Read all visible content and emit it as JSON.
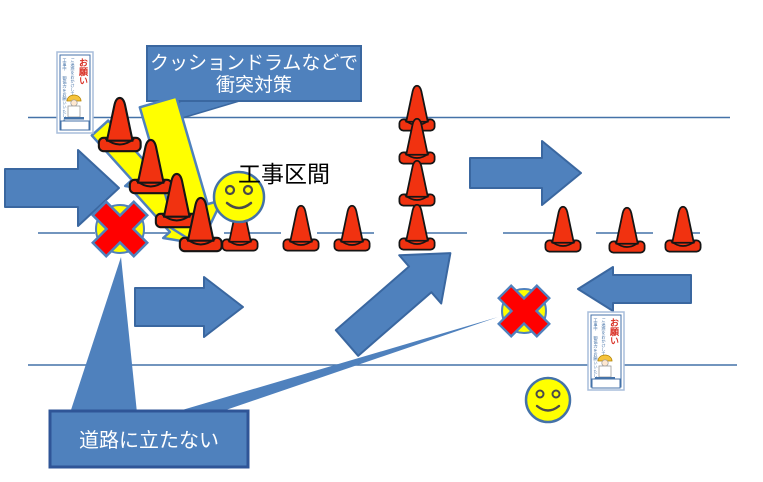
{
  "slide": {
    "callout_top": {
      "line1": "クッションドラムなどで",
      "line2": "衝突対策"
    },
    "labels": {
      "construction_zone": "工事区間"
    },
    "callout_bottom": {
      "label": "道路に立たない"
    },
    "sign": {
      "title": "お願い",
      "small_text_1": "ご迷惑をおかけして居ります",
      "small_text_2": "工事中 御協力をお願いいたします"
    },
    "icons": {
      "traffic-cone-icon": "cone-shape",
      "smiley-face-icon": "☺",
      "prohibited-cross-icon": "✕",
      "flow-arrow-icon": "➜",
      "roadwork-sign-icon": "vertical-signboard"
    },
    "colors": {
      "arrow_blue": "#4F81BD",
      "arrow_border": "#3A67A0",
      "road_line_blue": "#4472A8",
      "cone_red": "#F13210",
      "cross_red": "#FF0000",
      "drum_yellow": "#FFFF00",
      "smiley_yellow": "#FFFF00",
      "callout_text": "#FFFFFF",
      "sign_title_red": "#D93025"
    }
  }
}
